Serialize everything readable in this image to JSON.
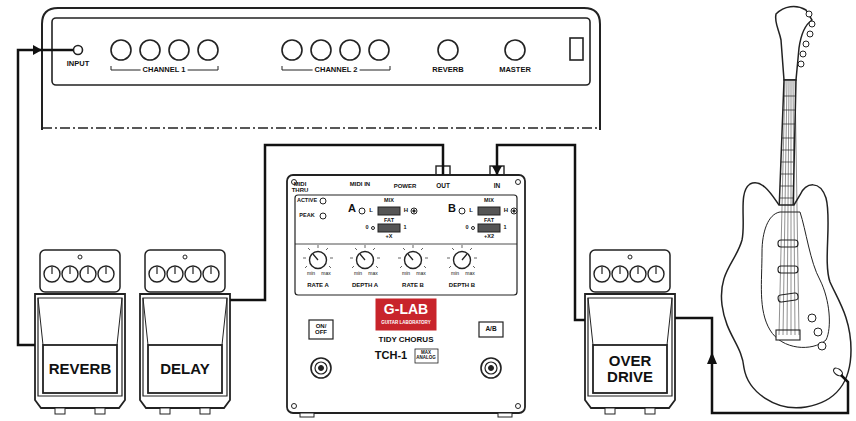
{
  "diagram": {
    "nodes": [
      {
        "text": [
          "INPUT",
          "CHANNEL 1",
          "CHANNEL 2",
          "REVERB",
          "MASTER"
        ]
      },
      {
        "text": [
          "REVERB"
        ]
      },
      {
        "text": [
          "DELAY"
        ]
      },
      {
        "text": [
          "MIDI THRU",
          "MIDI IN",
          "POWER",
          "OUT",
          "IN",
          "ACTIVE",
          "PEAK",
          "A",
          "MIX",
          "L",
          "H",
          "FAT",
          "0",
          "1",
          "+X",
          "B",
          "MIX",
          "L",
          "H",
          "FAT",
          "0",
          "1",
          "+X2",
          "min",
          "max",
          "RATE A",
          "min",
          "max",
          "DEPTH A",
          "min",
          "max",
          "RATE B",
          "min",
          "max",
          "DEPTH B",
          "G-LAB",
          "GUITAR LABORATORY",
          "ON/ OFF",
          "A/B",
          "TIDY CHORUS",
          "TCH-1",
          "MAX ANALOG"
        ]
      },
      {
        "text": [
          "OVER DRIVE"
        ]
      }
    ],
    "edges": [
      {
        "from": 4,
        "to": 3,
        "arrow": "to"
      },
      {
        "from": 3,
        "to": 2,
        "arrow": "none"
      },
      {
        "from": 1,
        "to": 0,
        "arrow": "to"
      }
    ]
  }
}
